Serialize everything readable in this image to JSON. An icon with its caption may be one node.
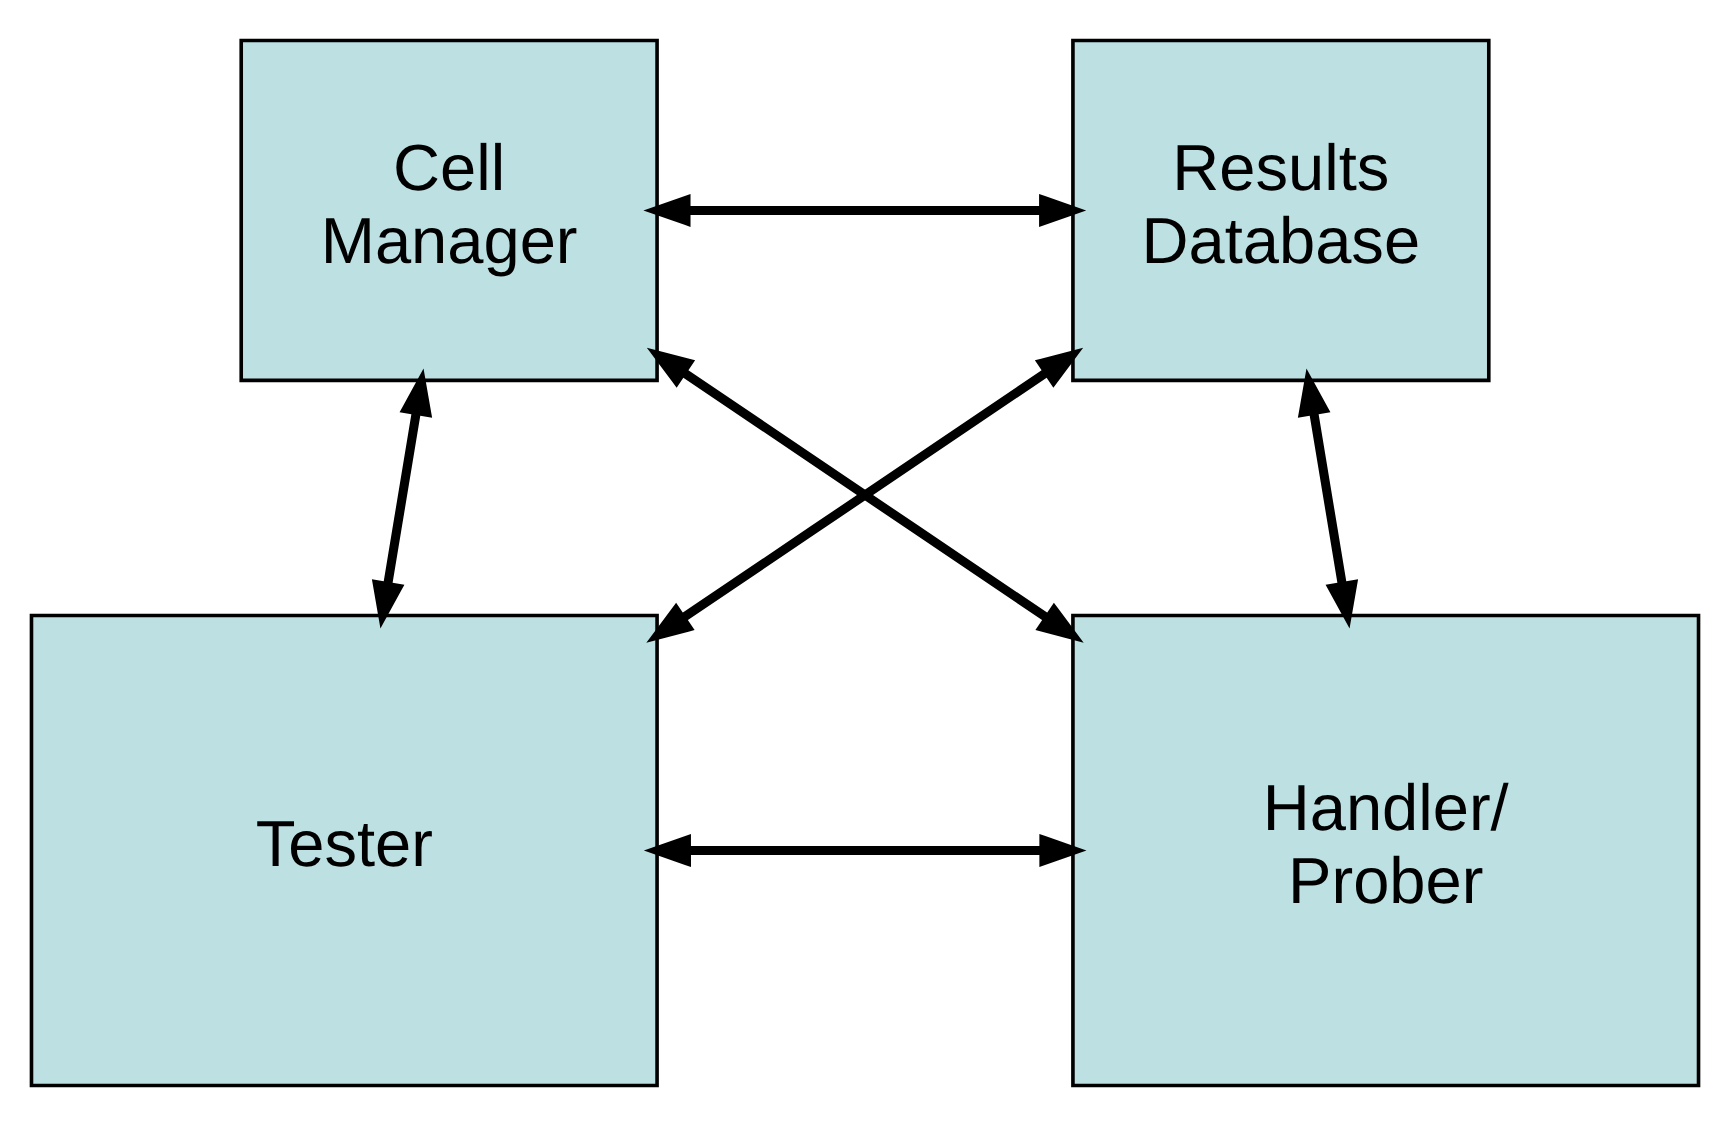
{
  "diagram": {
    "nodes": [
      {
        "text": [
          "Cell Manager"
        ]
      },
      {
        "text": [
          "Results Database"
        ]
      },
      {
        "text": [
          "Tester"
        ]
      },
      {
        "text": [
          "Handler/ Prober"
        ]
      }
    ],
    "edges": [
      {
        "from": 0,
        "to": 1,
        "arrow": "both"
      },
      {
        "from": 0,
        "to": 2,
        "arrow": "both"
      },
      {
        "from": 0,
        "to": 3,
        "arrow": "both"
      },
      {
        "from": 1,
        "to": 2,
        "arrow": "both"
      },
      {
        "from": 1,
        "to": 3,
        "arrow": "both"
      },
      {
        "from": 2,
        "to": 3,
        "arrow": "both"
      }
    ]
  }
}
